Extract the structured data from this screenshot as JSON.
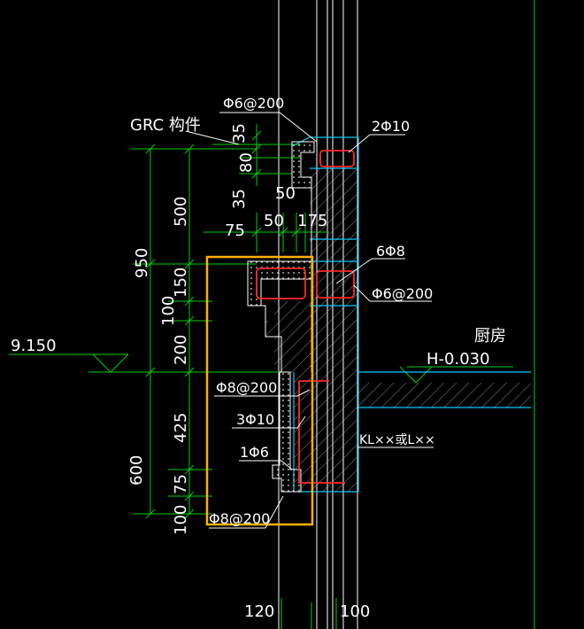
{
  "colors": {
    "background": "#000000",
    "text": "#ffffff",
    "dimension": "#00d000",
    "outline": "#00c8ff",
    "rebar": "#ff2a2a",
    "highlight": "#ffb000",
    "leader": "#ffffff"
  },
  "labels": {
    "grc": "GRC 构件",
    "phi6_top": "Φ6@200",
    "two_phi10": "2Φ10",
    "six_phi8": "6Φ8",
    "phi6_mid": "Φ6@200",
    "kitchen": "厨房",
    "kitchen_level": "H-0.030",
    "level_left": "9.150",
    "phi8_mid": "Φ8@200",
    "three_phi10": "3Φ10",
    "one_phi6": "1Φ6",
    "phi8_bottom": "Φ8@200",
    "beam": "KL××或L××"
  },
  "dimensions": {
    "d35a": "35",
    "d80": "80",
    "d50a": "50",
    "d35b": "35",
    "d50b": "50",
    "d175": "175",
    "d75a": "75",
    "d500": "500",
    "d950": "950",
    "d150": "150",
    "d100a": "100",
    "d200": "200",
    "d425": "425",
    "d600": "600",
    "d75b": "75",
    "d100b": "100",
    "d120": "120",
    "d100c": "100"
  }
}
